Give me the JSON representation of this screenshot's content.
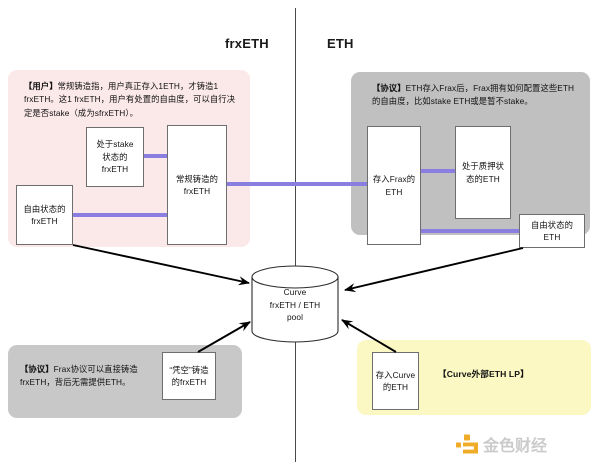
{
  "headers": {
    "left": "frxETH",
    "right": "ETH"
  },
  "panels": {
    "user": {
      "note_tag": "【用户】",
      "note_text": "常规铸造指，用户真正存入1ETH，才铸造1 frxETH。这1 frxETH，用户有处置的自由度，可以自行决定是否stake（成为sfrxETH）。",
      "bg": "#fbe8e9"
    },
    "protocol_eth": {
      "note_tag": "【协议】",
      "note_text": "ETH存入Frax后，Frax拥有如何配置这些ETH的自由度，比如stake ETH或是暂不stake。",
      "bg": "#c0c0c0"
    },
    "protocol_mint": {
      "note_tag": "【协议】",
      "note_text": "Frax协议可以直接铸造frxETH，背后无需提供ETH。",
      "bg": "#c8c8c8"
    },
    "curve_lp": {
      "label": "【Curve外部ETH LP】",
      "bg": "#fbf8c4"
    }
  },
  "nodes": {
    "staked_frxeth": "处于stake\n状态的\nfrxETH",
    "free_frxeth": "自由状态的\nfrxETH",
    "minted_frxeth": "常规铸造的\nfrxETH",
    "deposit_frax_eth": "存入Frax的\nETH",
    "staked_eth": "处于质押状\n态的ETH",
    "free_eth": "自由状态的\nETH",
    "void_frxeth": "“凭空”铸造\n的frxETH",
    "curve_eth": "存入Curve\n的ETH"
  },
  "curve_pool": {
    "line1": "Curve",
    "line2": "frxETH  /  ETH",
    "line3": "pool"
  },
  "watermark": {
    "text": "金色财经",
    "mark_color": "#f0a81e",
    "text_color": "#c9c9c9"
  },
  "colors": {
    "connector_purple": "#8a7fe0",
    "node_border": "#6e6e6e",
    "divider": "#4a4a4a",
    "arrow": "#000000"
  }
}
